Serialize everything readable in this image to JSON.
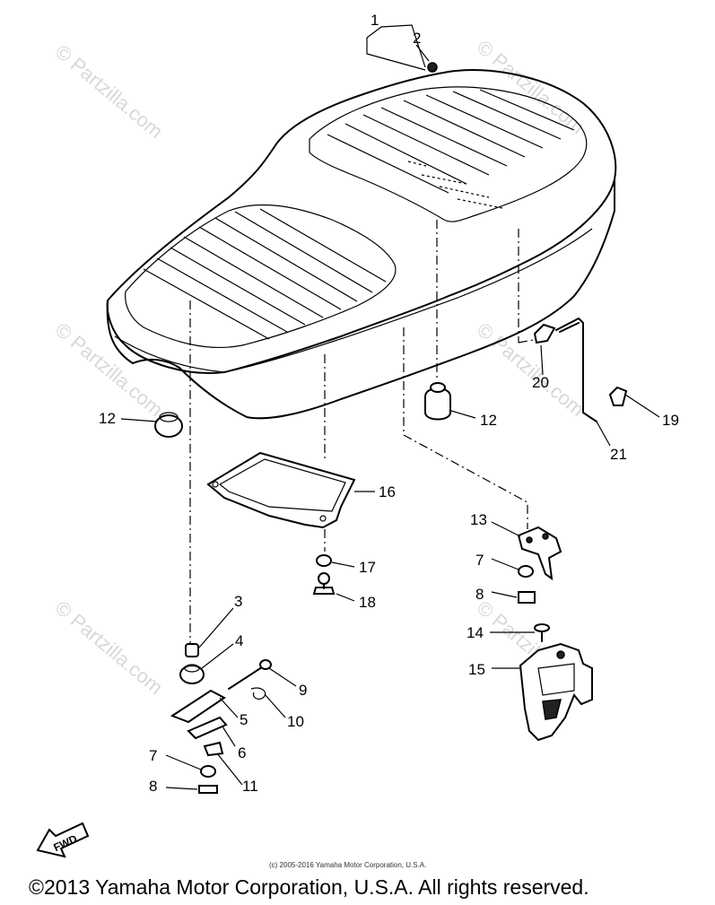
{
  "watermark_text": "© Partzilla.com",
  "small_copyright": "(c) 2005-2016 Yamaha Motor Corporation, U.S.A.",
  "copyright": "©2013 Yamaha Motor Corporation, U.S.A. All rights reserved.",
  "fwd_label": "FWD",
  "callouts": {
    "c1": "1",
    "c2": "2",
    "c3": "3",
    "c4": "4",
    "c5": "5",
    "c6": "6",
    "c7a": "7",
    "c7b": "7",
    "c8a": "8",
    "c8b": "8",
    "c9": "9",
    "c10": "10",
    "c11": "11",
    "c12a": "12",
    "c12b": "12",
    "c13": "13",
    "c14": "14",
    "c15": "15",
    "c16": "16",
    "c17": "17",
    "c18": "18",
    "c19": "19",
    "c20": "20",
    "c21": "21"
  }
}
